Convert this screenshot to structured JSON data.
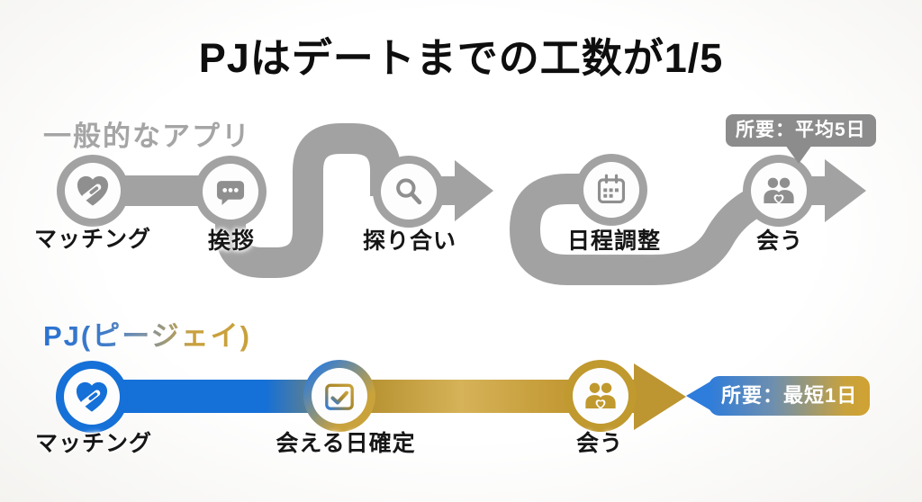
{
  "title": "PJはデートまでの工数が1/5",
  "colors": {
    "generic_gray": "#a2a2a2",
    "pj_blue": "#1570d8",
    "pj_gold": "#c0992f",
    "badge_gray": "#8c8c8c"
  },
  "generic_flow": {
    "heading": "一般的なアプリ",
    "badge": "所要：平均5日",
    "steps": [
      {
        "label": "マッチング",
        "icon": "handshake-heart-icon"
      },
      {
        "label": "挨拶",
        "icon": "chat-bubble-icon"
      },
      {
        "label": "探り合い",
        "icon": "magnifier-icon"
      },
      {
        "label": "日程調整",
        "icon": "calendar-icon"
      },
      {
        "label": "会う",
        "icon": "people-heart-icon"
      }
    ]
  },
  "pj_flow": {
    "heading": "PJ(ピージェイ)",
    "badge": "所要：最短1日",
    "steps": [
      {
        "label": "マッチング",
        "icon": "handshake-heart-icon"
      },
      {
        "label": "会える日確定",
        "icon": "calendar-check-icon"
      },
      {
        "label": "会う",
        "icon": "people-heart-icon"
      }
    ]
  }
}
